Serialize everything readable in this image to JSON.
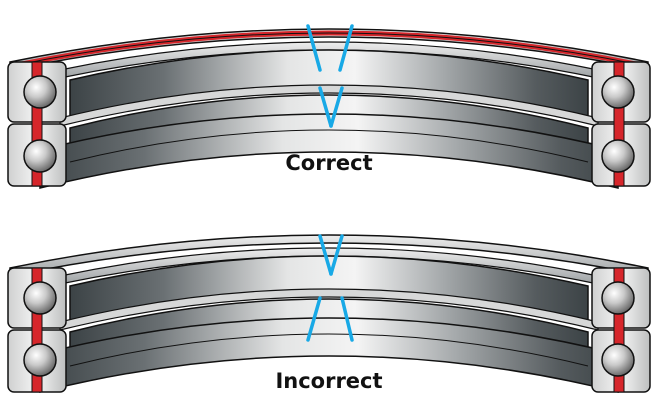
{
  "diagram": {
    "panels": [
      {
        "id": "correct",
        "caption": "Correct"
      },
      {
        "id": "incorrect",
        "caption": "Incorrect"
      }
    ],
    "colors": {
      "background": "#ffffff",
      "outline": "#111111",
      "ring_dark": "#3e4447",
      "ring_light": "#f2f2f2",
      "cage_red": "#d6262b",
      "ball_light": "#ffffff",
      "ball_dark": "#6f6f6f",
      "marker_blue": "#18a9e6"
    }
  }
}
